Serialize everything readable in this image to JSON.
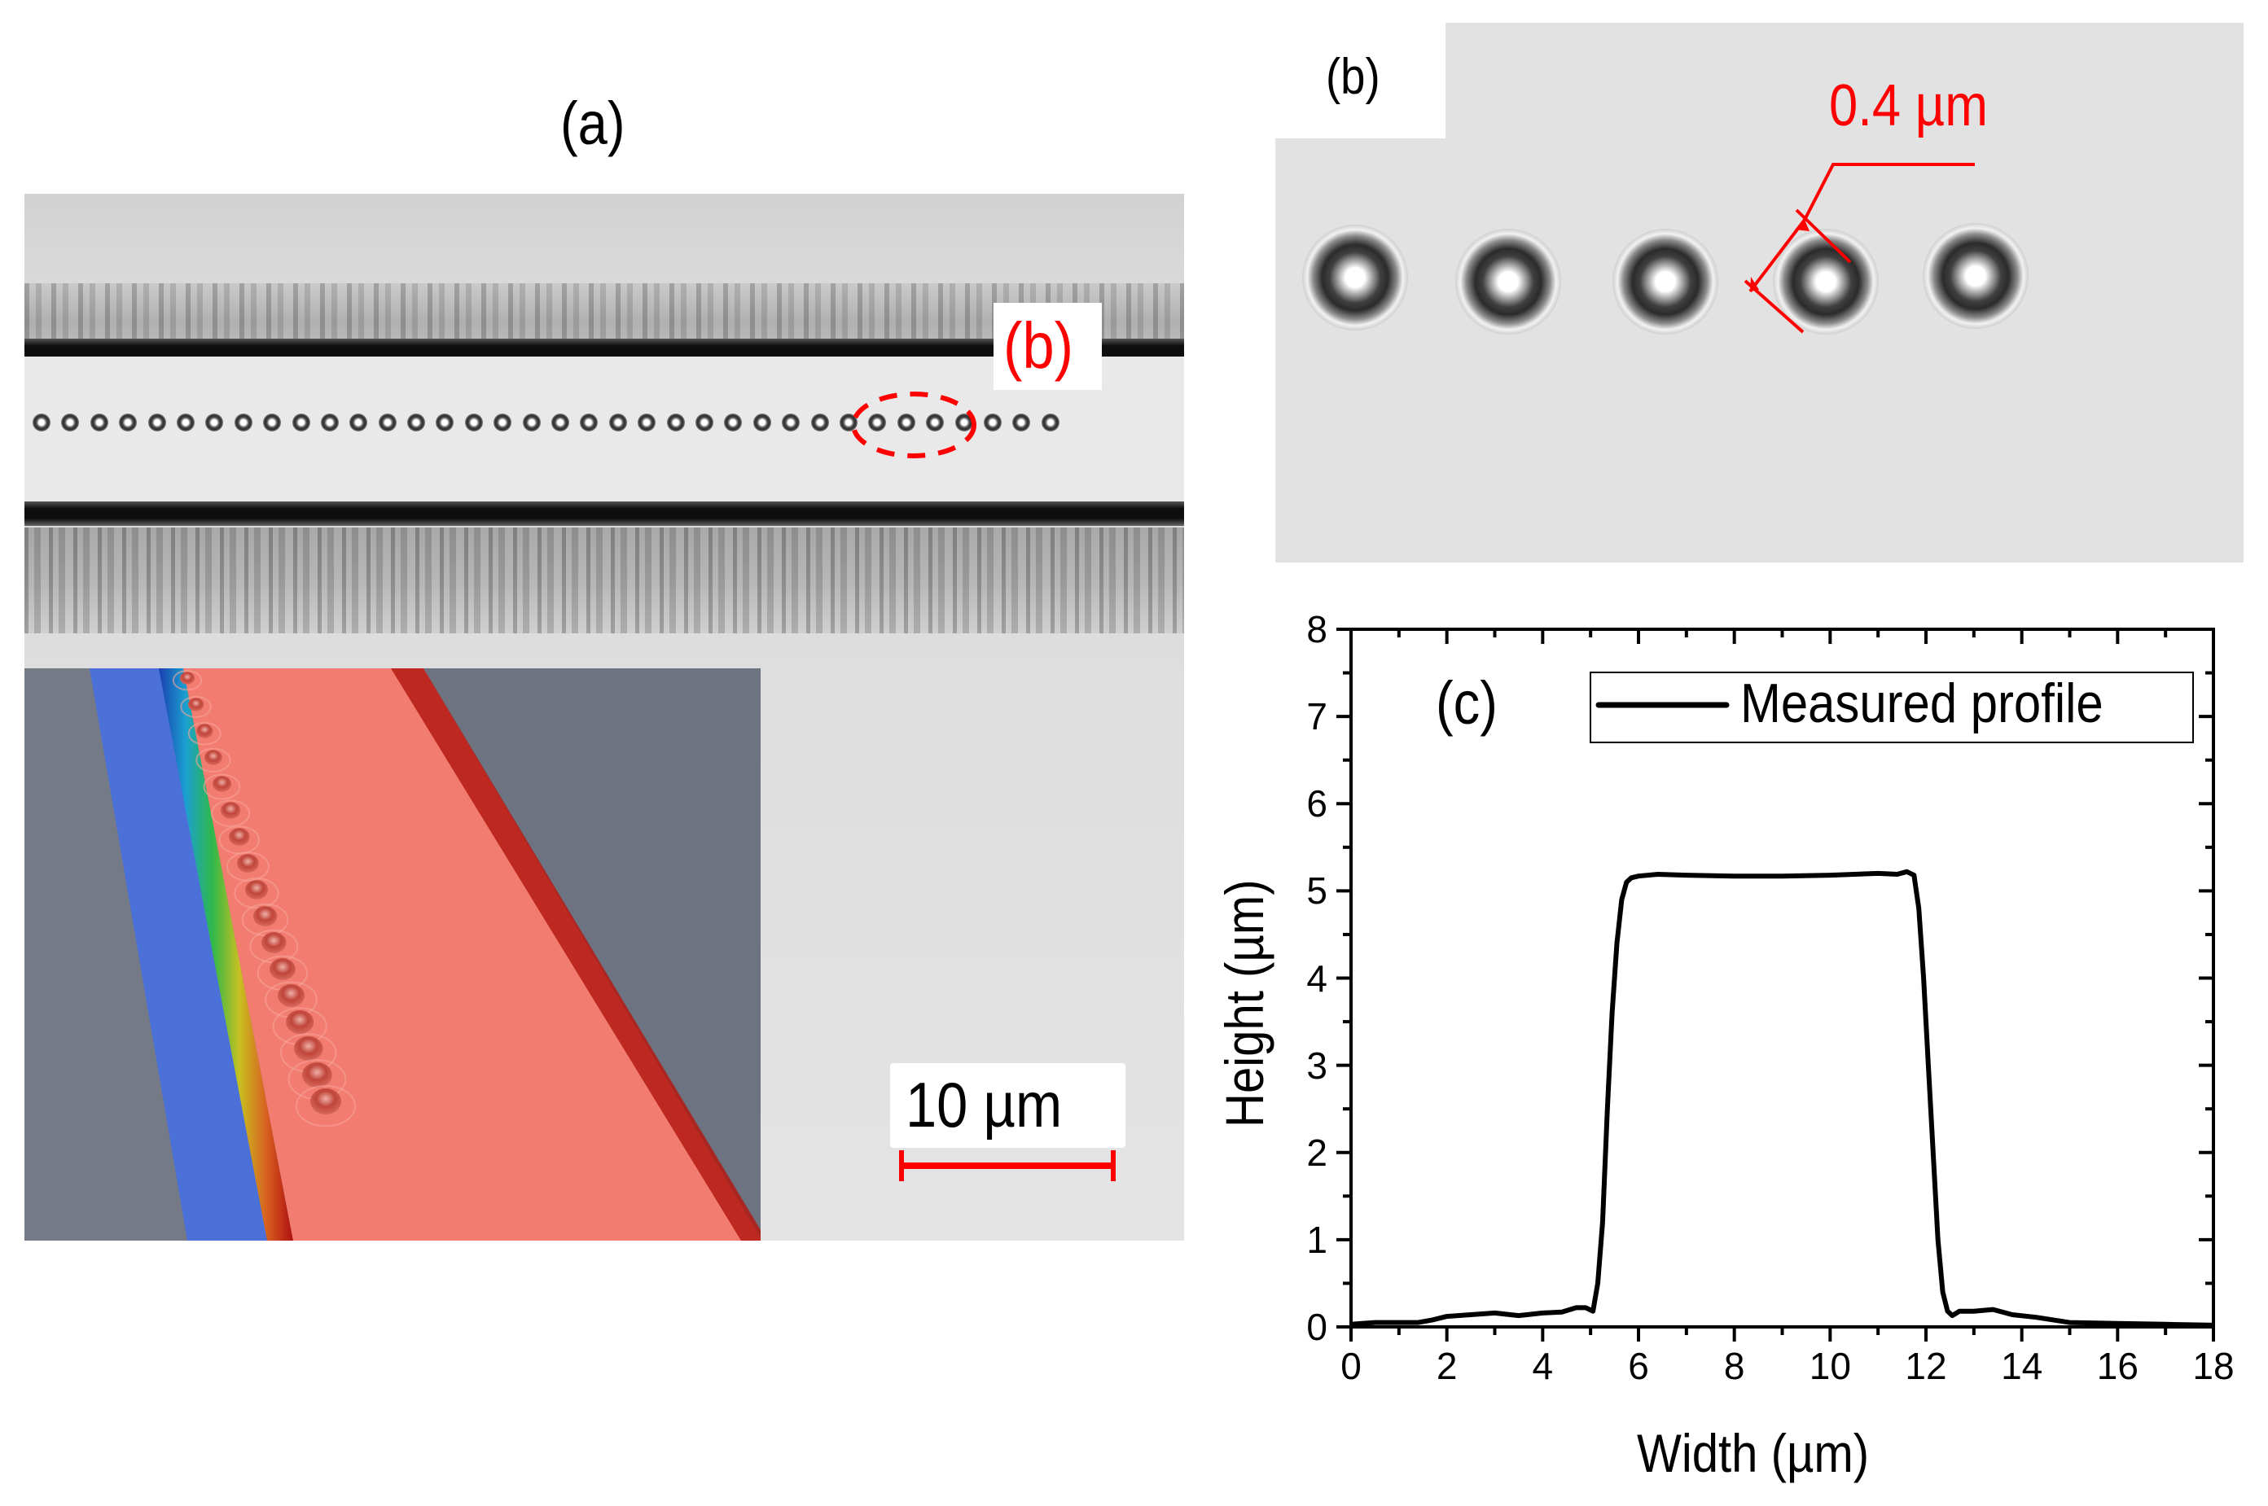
{
  "figure": {
    "panels": {
      "a": {
        "label": "(a)",
        "callout_label": "(b)",
        "scale_bar_text": "10 µm",
        "dot_count_visible": 36,
        "colors": {
          "callout": "#ff0000",
          "inset_high": "#f07a6e",
          "inset_low": "#4a6fd8",
          "inset_background": "#6f7480"
        }
      },
      "b": {
        "label": "(b)",
        "dimension_annotation": "0.4 µm",
        "dot_count": 5,
        "colors": {
          "annotation": "#ff0000"
        }
      },
      "c": {
        "label": "(c)",
        "legend_entry": "Measured profile"
      }
    }
  },
  "chart_data": {
    "type": "line",
    "title": "(c)",
    "xlabel": "Width (µm)",
    "ylabel": "Height (µm)",
    "xlim": [
      0,
      18
    ],
    "ylim": [
      0,
      8
    ],
    "x_ticks": [
      0,
      2,
      4,
      6,
      8,
      10,
      12,
      14,
      16,
      18
    ],
    "y_ticks": [
      0,
      1,
      2,
      3,
      4,
      5,
      6,
      7,
      8
    ],
    "x_tick_labels": [
      "0",
      "2",
      "4",
      "6",
      "8",
      "10",
      "12",
      "14",
      "16",
      "18"
    ],
    "y_tick_labels": [
      "0",
      "1",
      "2",
      "3",
      "4",
      "5",
      "6",
      "7",
      "8"
    ],
    "grid": false,
    "legend_position": "upper right",
    "series": [
      {
        "name": "Measured profile",
        "color": "#000000",
        "x": [
          0,
          0.5,
          1.0,
          1.4,
          1.7,
          2.0,
          2.5,
          3.0,
          3.5,
          4.0,
          4.4,
          4.7,
          4.9,
          5.05,
          5.15,
          5.25,
          5.35,
          5.45,
          5.55,
          5.65,
          5.75,
          5.85,
          6.0,
          6.4,
          7.0,
          8.0,
          9.0,
          10.0,
          11.0,
          11.4,
          11.6,
          11.75,
          11.85,
          11.95,
          12.05,
          12.15,
          12.25,
          12.35,
          12.45,
          12.55,
          12.7,
          13.0,
          13.4,
          13.8,
          14.3,
          15.0,
          16.0,
          17.0,
          18.0
        ],
        "y": [
          0.03,
          0.05,
          0.05,
          0.05,
          0.08,
          0.12,
          0.14,
          0.16,
          0.13,
          0.16,
          0.17,
          0.22,
          0.22,
          0.18,
          0.5,
          1.2,
          2.5,
          3.6,
          4.4,
          4.9,
          5.1,
          5.15,
          5.17,
          5.19,
          5.18,
          5.17,
          5.17,
          5.18,
          5.2,
          5.19,
          5.22,
          5.18,
          4.8,
          4.0,
          3.0,
          2.0,
          1.0,
          0.4,
          0.18,
          0.13,
          0.18,
          0.18,
          0.2,
          0.14,
          0.11,
          0.05,
          0.04,
          0.03,
          0.02
        ]
      }
    ]
  }
}
